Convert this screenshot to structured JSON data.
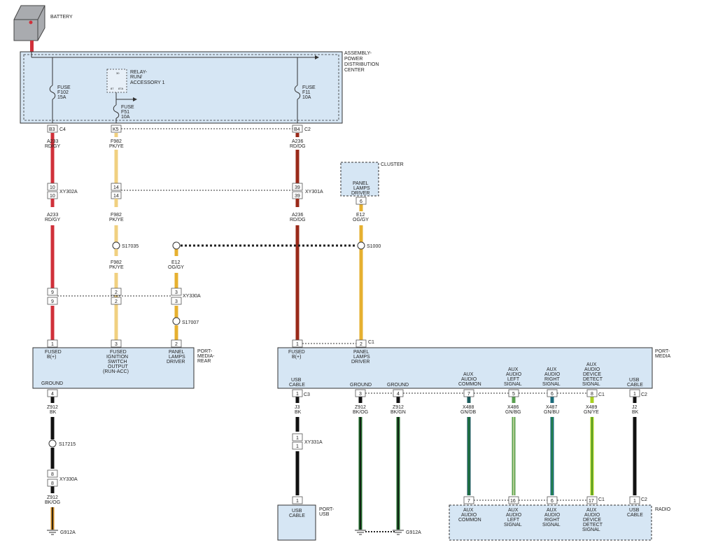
{
  "colors": {
    "red": "#d0303a",
    "pink_yellow": "#f0d080",
    "red_darkgreen": "#9a2a1a",
    "orange_gray": "#e6b030",
    "black": "#111111",
    "darkgreen_stripe": "#1f6a2a",
    "teal_darkblue": "#1a5a5a",
    "green_beige": "#5aa050",
    "green_blue": "#1a6a7a",
    "green_yellow": "#a8d020",
    "box_fill": "#d6e6f4"
  },
  "battery": {
    "label": "BATTERY"
  },
  "pdc": {
    "label": [
      "ASSEMBLY-",
      "POWER",
      "DISTRIBUTION",
      "CENTER"
    ]
  },
  "fuses": {
    "f102": [
      "FUSE",
      "F102",
      "15A"
    ],
    "f51": [
      "FUSE",
      "F51",
      "10A"
    ],
    "f11": [
      "FUSE",
      "F11",
      "10A"
    ]
  },
  "relay": {
    "label": [
      "RELAY-",
      "RUN/",
      "ACCESSORY 1"
    ],
    "pins": [
      "30",
      "87",
      "87A"
    ]
  },
  "connectors": {
    "c4": "C4",
    "c2": "C2",
    "c1": "C1",
    "c3": "C3",
    "xy302a": "XY302A",
    "xy301a": "XY301A",
    "xy330a": "XY330A",
    "xy331a": "XY331A"
  },
  "pins": {
    "b3": "B3",
    "k5": "K5",
    "b4": "B4",
    "p10": "10",
    "p14": "14",
    "p39": "39",
    "p6": "6",
    "p9": "9",
    "p2": "2",
    "p3": "3",
    "p1": "1",
    "p4": "4",
    "p8": "8",
    "p5": "5",
    "p7": "7",
    "p16": "16",
    "p17": "17"
  },
  "wires": {
    "a233": [
      "A233",
      "RD/GY"
    ],
    "f982": [
      "F982",
      "PK/YE"
    ],
    "a236": [
      "A236",
      "RD/DG"
    ],
    "e12": [
      "E12",
      "OG/GY"
    ],
    "z912": [
      "Z912",
      "BK"
    ],
    "z912og": [
      "Z912",
      "BK/OG"
    ],
    "z912gn": [
      "Z912",
      "BK/GN"
    ],
    "j3": [
      "J3",
      "BK"
    ],
    "j2": [
      "J2",
      "BK"
    ],
    "x488": [
      "X488",
      "GN/DB"
    ],
    "x486": [
      "X486",
      "GN/BG"
    ],
    "x487": [
      "X487",
      "GN/BU"
    ],
    "x489": [
      "X489",
      "GN/YE"
    ]
  },
  "splices": {
    "s17035": "S17035",
    "s1000": "S1000",
    "s17007": "S17007",
    "s17215": "S17215"
  },
  "cluster": {
    "label": "CLUSTER",
    "box": [
      "PANEL",
      "LAMPS",
      "DRIVER"
    ]
  },
  "port_media_rear": {
    "label": [
      "PORT-",
      "MEDIA-",
      "REAR"
    ],
    "fused_b": [
      "FUSED",
      "B(+)"
    ],
    "ign": [
      "FUSED",
      "IGNITION",
      "SWITCH",
      "OUTPUT",
      "(RUN-ACC)"
    ],
    "panel": [
      "PANEL",
      "LAMPS",
      "DRIVER"
    ],
    "ground": "GROUND"
  },
  "port_media": {
    "label": [
      "PORT-",
      "MEDIA"
    ],
    "fused_b": [
      "FUSED",
      "B(+)"
    ],
    "panel": [
      "PANEL",
      "LAMPS",
      "DRIVER"
    ],
    "usb1": [
      "USB",
      "CABLE"
    ],
    "ground": "GROUND",
    "aux_common": [
      "AUX",
      "AUDIO",
      "COMMON"
    ],
    "aux_left": [
      "AUX",
      "AUDIO",
      "LEFT",
      "SIGNAL"
    ],
    "aux_right": [
      "AUX",
      "AUDIO",
      "RIGHT",
      "SIGNAL"
    ],
    "aux_detect": [
      "AUX",
      "AUDIO",
      "DEVICE",
      "DETECT",
      "SIGNAL"
    ],
    "usb2": [
      "USB",
      "CABLE"
    ]
  },
  "port_usb": {
    "label": [
      "PORT-",
      "USB"
    ],
    "box": [
      "USB",
      "CABLE"
    ]
  },
  "radio": {
    "label": "RADIO"
  },
  "grounds": {
    "g912a": "G912A"
  }
}
